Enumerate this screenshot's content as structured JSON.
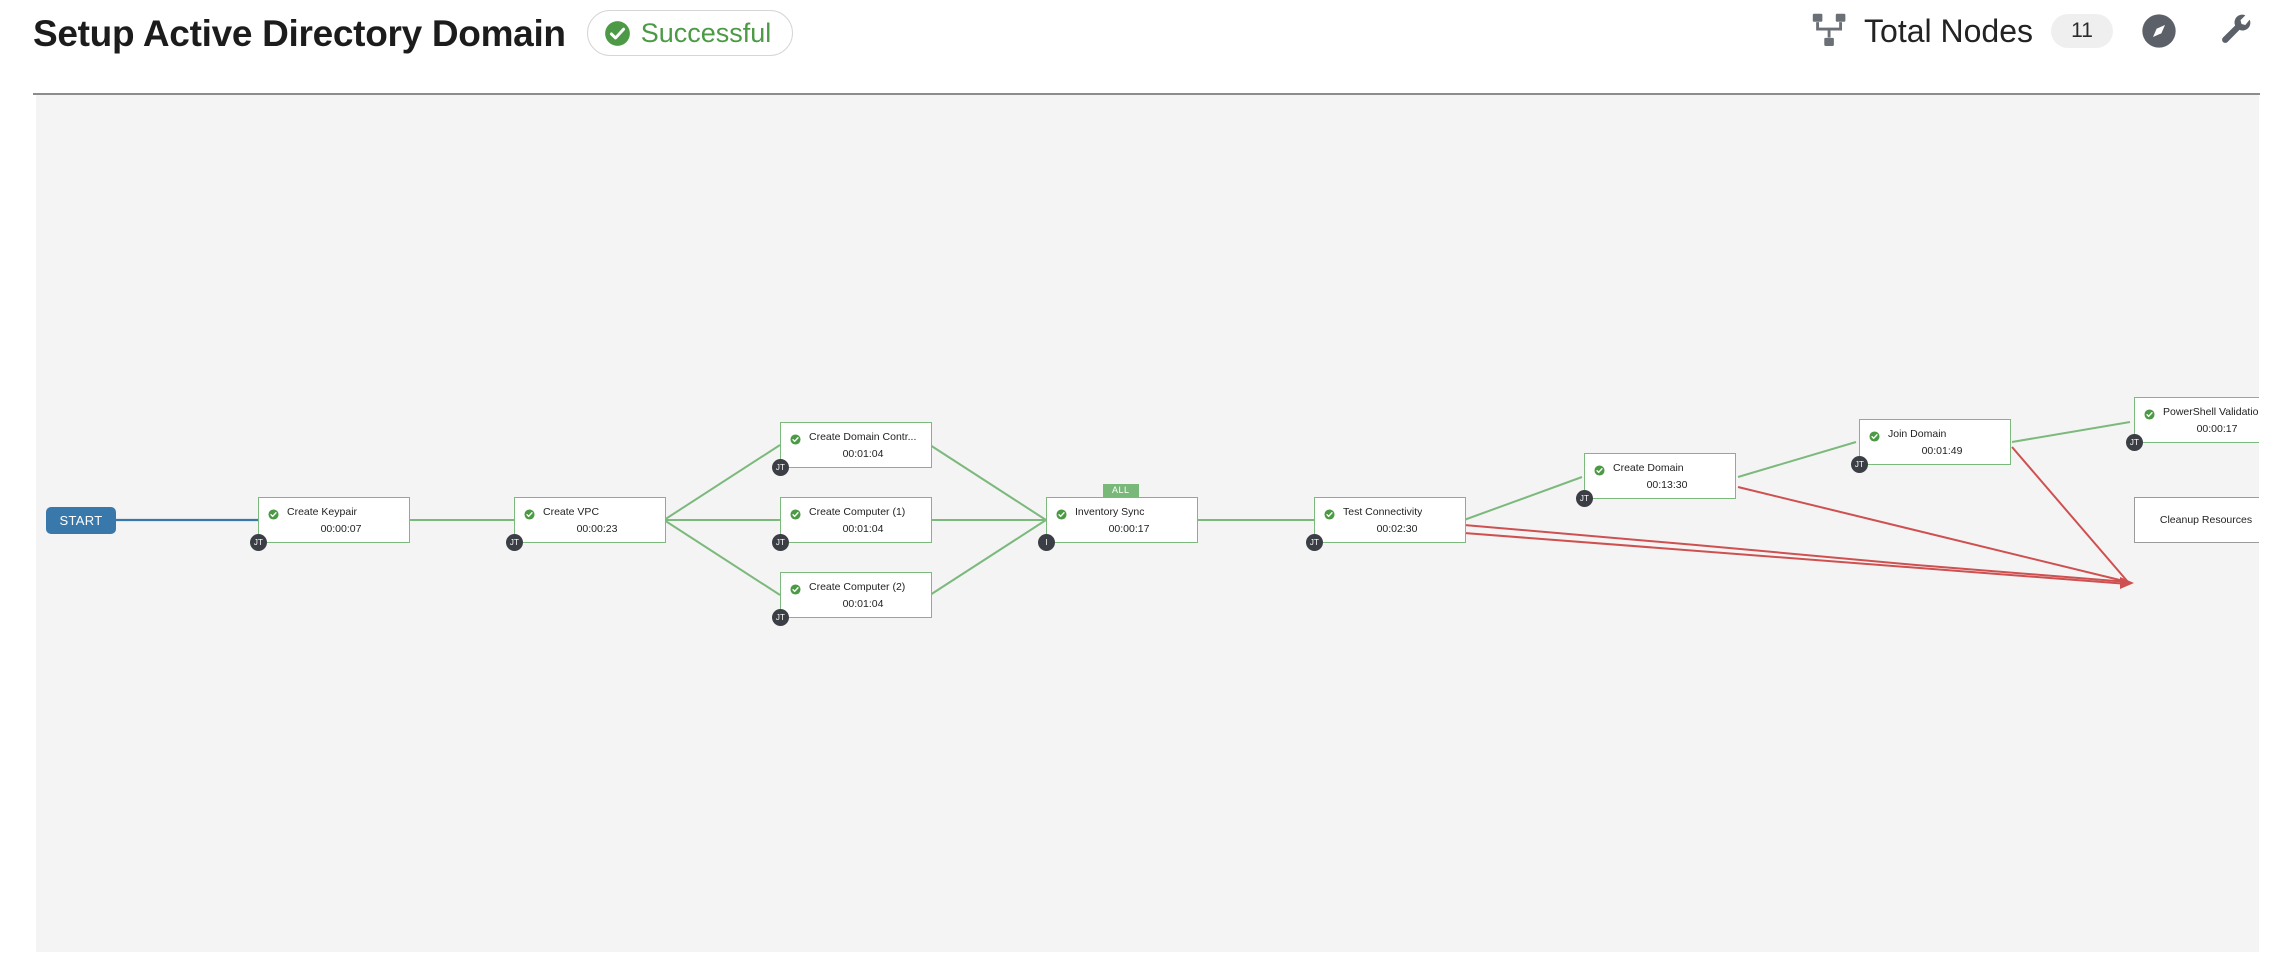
{
  "header": {
    "title": "Setup Active Directory Domain",
    "status": {
      "label": "Successful",
      "icon": "check-circle-icon",
      "color": "#4c9a45"
    },
    "total_nodes_label": "Total Nodes",
    "total_nodes_count": "11",
    "icons": {
      "hierarchy": "sitemap-icon",
      "compass": "compass-icon",
      "wrench": "wrench-icon"
    }
  },
  "canvas": {
    "background": "#f4f4f4",
    "start_node": {
      "label": "START",
      "color": "#3878ab"
    },
    "nodes": [
      {
        "id": "create-keypair",
        "label": "Create Keypair",
        "time": "00:00:07",
        "state": "success",
        "badge": "JT",
        "tab": null
      },
      {
        "id": "create-vpc",
        "label": "Create VPC",
        "time": "00:00:23",
        "state": "success",
        "badge": "JT",
        "tab": null
      },
      {
        "id": "create-domain-contr",
        "label": "Create Domain Contr...",
        "time": "00:01:04",
        "state": "success",
        "badge": "JT",
        "tab": null
      },
      {
        "id": "create-computer-1",
        "label": "Create Computer (1)",
        "time": "00:01:04",
        "state": "success",
        "badge": "JT",
        "tab": null
      },
      {
        "id": "create-computer-2",
        "label": "Create Computer (2)",
        "time": "00:01:04",
        "state": "success",
        "badge": "JT",
        "tab": null
      },
      {
        "id": "inventory-sync",
        "label": "Inventory Sync",
        "time": "00:00:17",
        "state": "success",
        "badge": "I",
        "tab": "ALL"
      },
      {
        "id": "test-connectivity",
        "label": "Test Connectivity",
        "time": "00:02:30",
        "state": "success",
        "badge": "JT",
        "tab": null
      },
      {
        "id": "create-domain",
        "label": "Create Domain",
        "time": "00:13:30",
        "state": "success",
        "badge": "JT",
        "tab": null
      },
      {
        "id": "join-domain",
        "label": "Join Domain",
        "time": "00:01:49",
        "state": "success",
        "badge": "JT",
        "tab": null
      },
      {
        "id": "powershell-validation",
        "label": "PowerShell Validation",
        "time": "00:00:17",
        "state": "success",
        "badge": "JT",
        "tab": null
      },
      {
        "id": "cleanup-resources",
        "label": "Cleanup Resources",
        "time": "",
        "state": "pending",
        "badge": null,
        "tab": null
      }
    ],
    "edge_colors": {
      "start": "#3878ab",
      "success": "#7cb97c",
      "failure": "#cf5050"
    }
  }
}
